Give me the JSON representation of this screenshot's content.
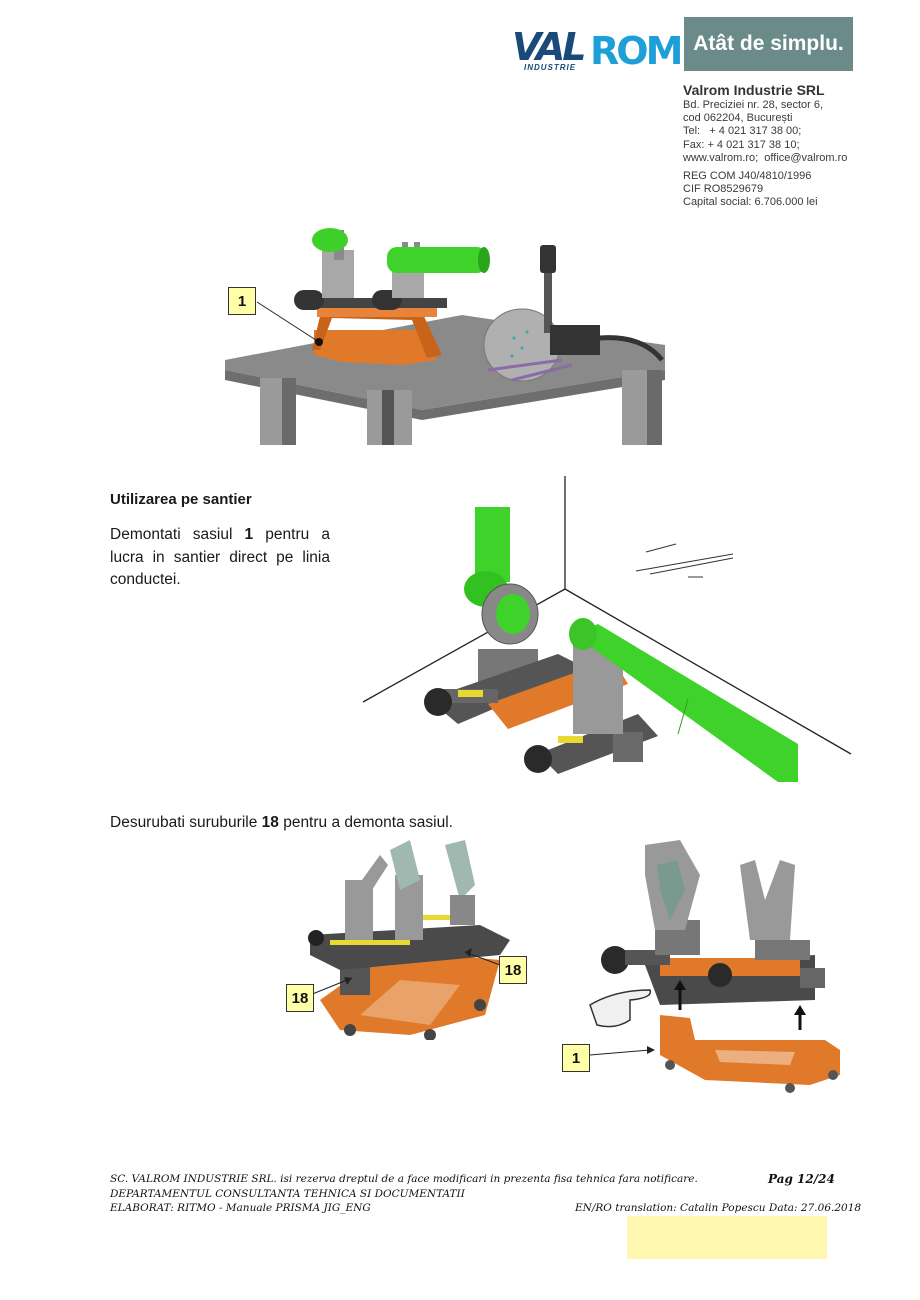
{
  "header": {
    "logo": {
      "primary": "VAL",
      "secondary": "ROM",
      "sub": "INDUSTRIE",
      "colors": {
        "dark": "#1a4a7a",
        "light": "#1e9fd8"
      }
    },
    "slogan": "Atât de simplu.",
    "slogan_bg": "#6b8a8a",
    "company": {
      "name": "Valrom Industrie SRL",
      "address_line1": "Bd. Preciziei nr. 28, sector 6,",
      "address_line2": "cod 062204, București",
      "tel": "Tel:   + 4 021 317 38 00;",
      "fax": "Fax: + 4 021 317 38 10;",
      "web": "www.valrom.ro;  office@valrom.ro",
      "reg": "REG COM J40/4810/1996",
      "cif": "CIF RO8529679",
      "capital": "Capital social: 6.706.000 lei"
    }
  },
  "figure1": {
    "callout": "1",
    "description": "Prisma jig mounted on chassis on workbench with heating plate"
  },
  "section": {
    "heading": "Utilizarea pe santier",
    "para_before": "Demontati sasiul ",
    "para_bold": "1",
    "para_after": " pentru a lucra in santier direct pe linia conductei."
  },
  "figure2": {
    "description": "Jig on pipe line at corner, without chassis"
  },
  "step": {
    "before": "Desurubati suruburile ",
    "bold": "18",
    "after": " pentru a demonta sasiul."
  },
  "figure3": {
    "callouts": [
      "18",
      "18"
    ]
  },
  "figure4": {
    "callout": "1"
  },
  "footer": {
    "line1": "SC. VALROM INDUSTRIE SRL. isi rezerva dreptul de a face modificari in prezenta fisa tehnica fara notificare.",
    "page": "Pag 12/24",
    "line2": "DEPARTAMENTUL CONSULTANTA TEHNICA SI DOCUMENTATII",
    "line3": "ELABORAT: RITMO - Manuale PRISMA JIG_ENG",
    "translation": "EN/RO translation: Catalin Popescu Data: 27.06.2018"
  }
}
